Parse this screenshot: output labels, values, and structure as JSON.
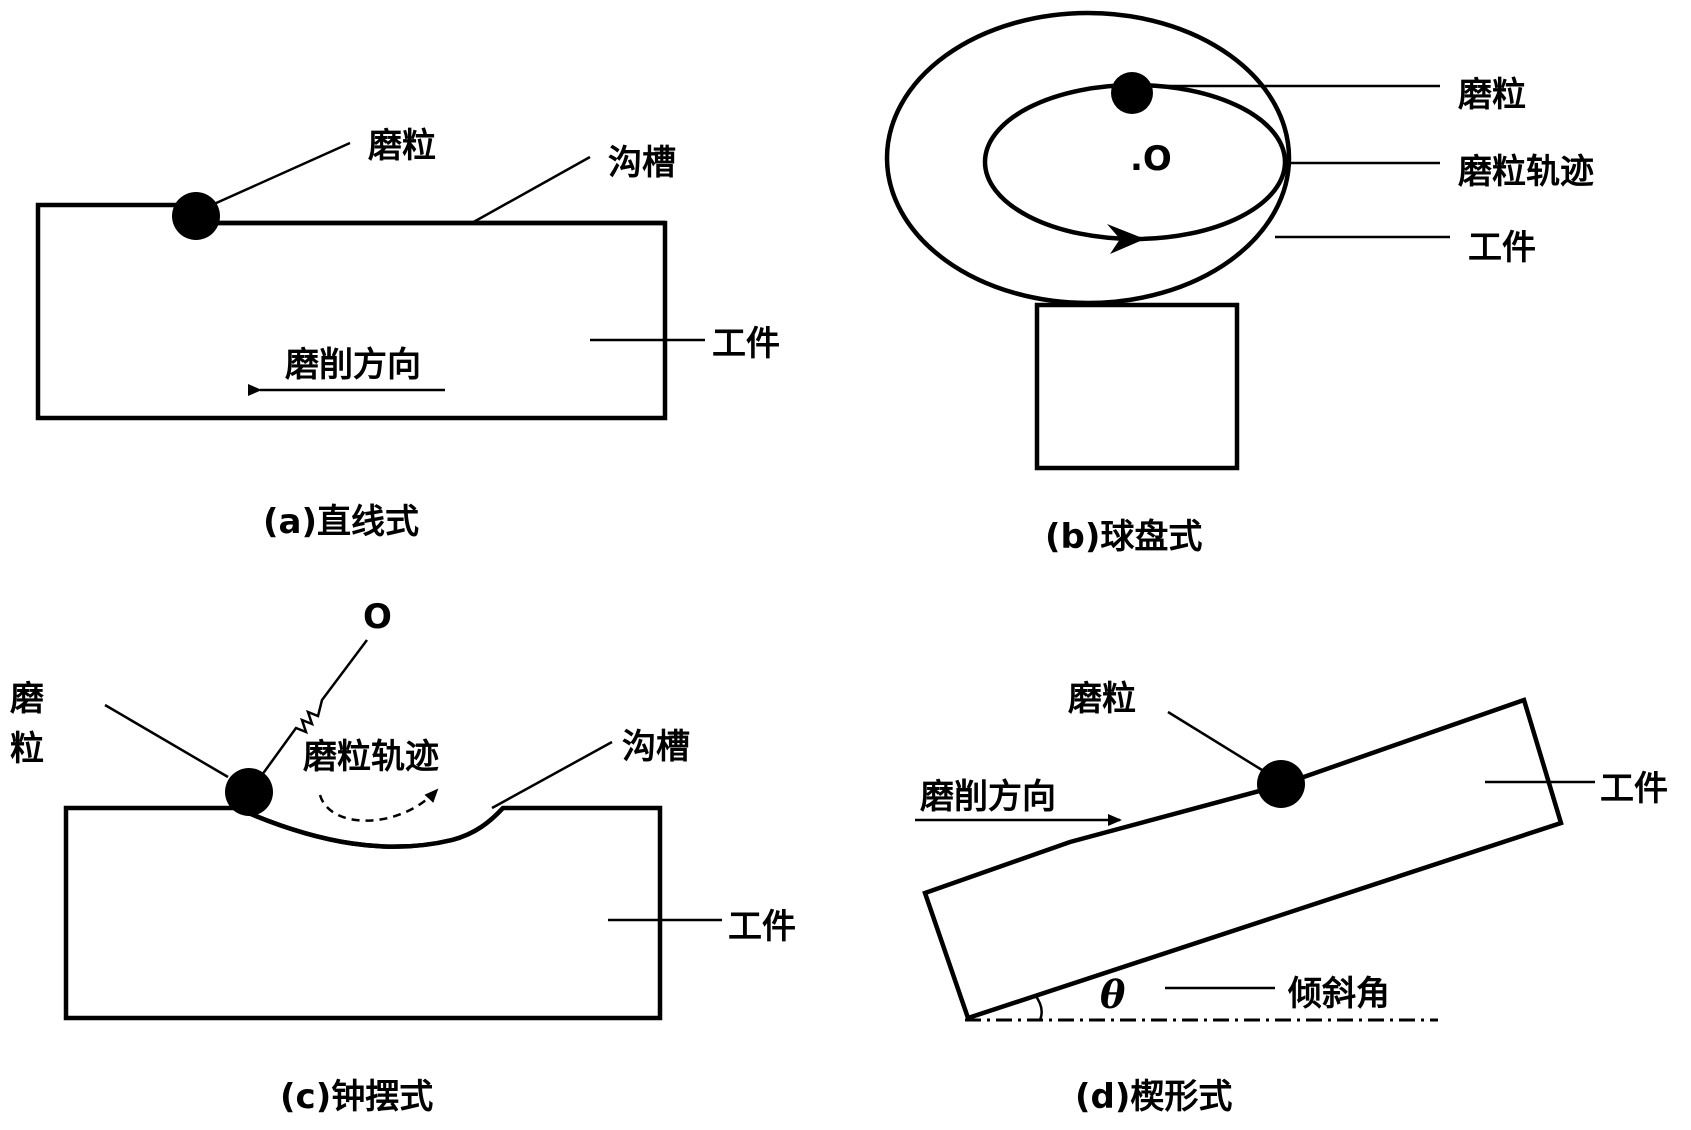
{
  "panels": {
    "a": {
      "caption": "(a)直线式",
      "grain": "磨粒",
      "groove": "沟槽",
      "workpiece": "工件",
      "direction": "磨削方向"
    },
    "b": {
      "caption": "(b)球盘式",
      "grain": "磨粒",
      "track": "磨粒轨迹",
      "workpiece": "工件",
      "center": ".O"
    },
    "c": {
      "caption": "(c)钟摆式",
      "grain_top": "磨",
      "grain_bottom": "粒",
      "pivot": "O",
      "track": "磨粒轨迹",
      "groove": "沟槽",
      "workpiece": "工件"
    },
    "d": {
      "caption": "(d)楔形式",
      "grain": "磨粒",
      "direction": "磨削方向",
      "workpiece": "工件",
      "theta": "θ",
      "angle": "倾斜角"
    }
  },
  "colors": {
    "ink": "#000000",
    "background": "#ffffff"
  }
}
